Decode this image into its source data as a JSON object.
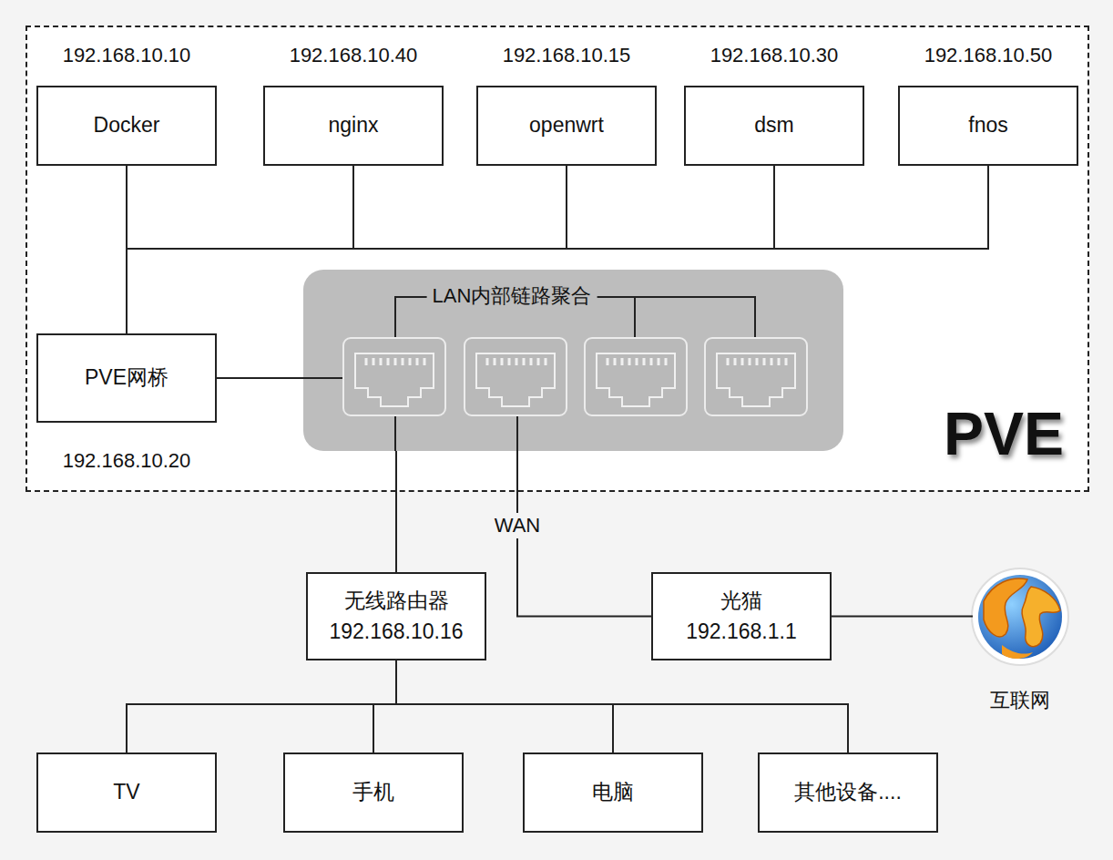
{
  "diagram": {
    "nodes": [
      {
        "text": [
          "PVE"
        ]
      },
      {
        "text": [
          "192.168.10.10",
          "Docker"
        ],
        "in": 0
      },
      {
        "text": [
          "192.168.10.40",
          "nginx"
        ],
        "in": 0
      },
      {
        "text": [
          "192.168.10.15",
          "openwrt"
        ],
        "in": 0
      },
      {
        "text": [
          "192.168.10.30",
          "dsm"
        ],
        "in": 0
      },
      {
        "text": [
          "192.168.10.50",
          "fnos"
        ],
        "in": 0
      },
      {
        "text": [
          "PVE网桥",
          "192.168.10.20"
        ],
        "in": 0
      },
      {
        "text": [
          "LAN内部链路聚合"
        ],
        "in": 0
      },
      {
        "text": [
          "无线路由器",
          "192.168.10.16"
        ]
      },
      {
        "text": [
          "光猫",
          "192.168.1.1"
        ]
      },
      {
        "text": [
          "互联网"
        ]
      },
      {
        "text": [
          "TV"
        ]
      },
      {
        "text": [
          "手机"
        ]
      },
      {
        "text": [
          "电脑"
        ]
      },
      {
        "text": [
          "其他设备...."
        ]
      }
    ],
    "edges": [
      {
        "from": 1,
        "to": 6,
        "arrow": "none"
      },
      {
        "from": 2,
        "to": 6,
        "arrow": "none"
      },
      {
        "from": 3,
        "to": 6,
        "arrow": "none"
      },
      {
        "from": 4,
        "to": 6,
        "arrow": "none"
      },
      {
        "from": 5,
        "to": 6,
        "arrow": "none"
      },
      {
        "from": 6,
        "to": 7,
        "arrow": "none"
      },
      {
        "from": 7,
        "to": 8,
        "arrow": "none"
      },
      {
        "from": 7,
        "to": 9,
        "label": "WAN",
        "arrow": "none"
      },
      {
        "from": 9,
        "to": 10,
        "arrow": "none"
      },
      {
        "from": 8,
        "to": 11,
        "arrow": "none"
      },
      {
        "from": 8,
        "to": 12,
        "arrow": "none"
      },
      {
        "from": 8,
        "to": 13,
        "arrow": "none"
      },
      {
        "from": 8,
        "to": 14,
        "arrow": "none"
      }
    ]
  }
}
